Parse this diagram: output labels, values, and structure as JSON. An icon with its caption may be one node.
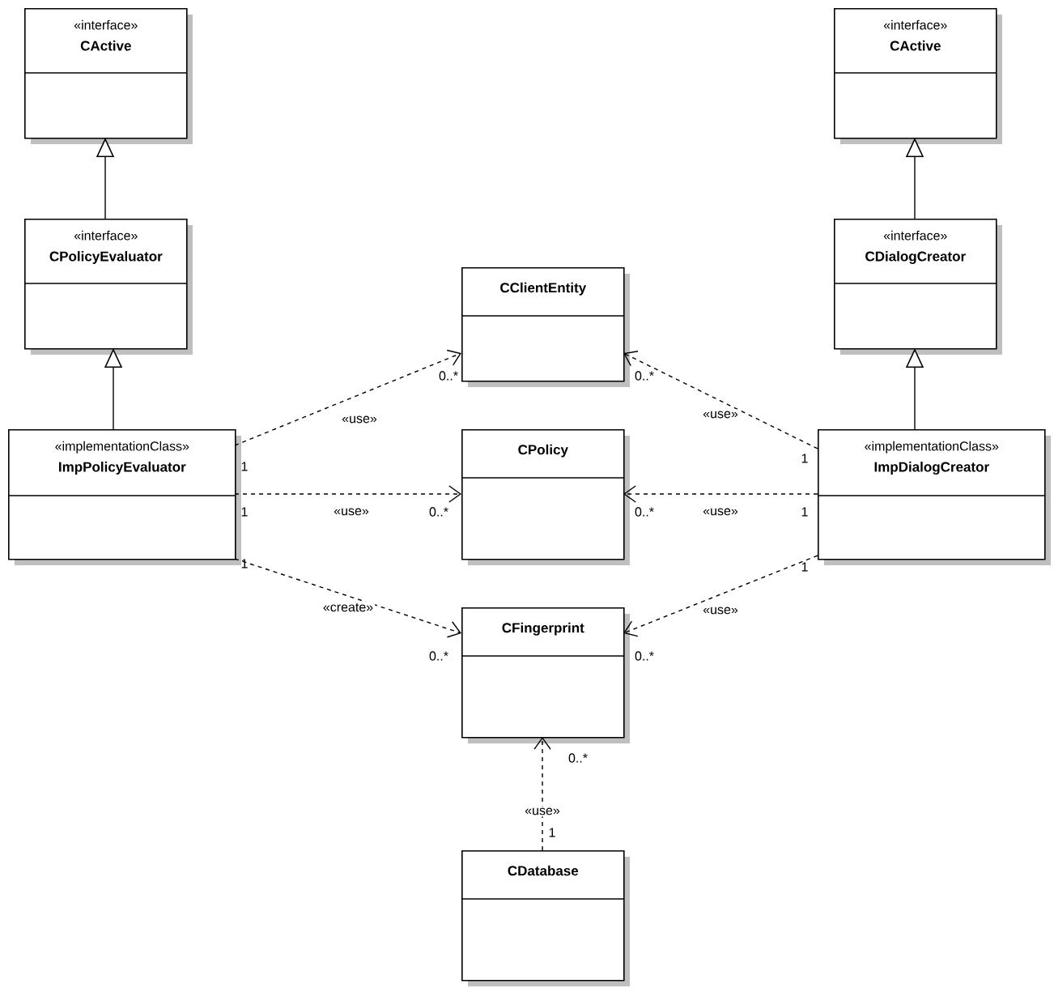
{
  "diagram": {
    "nodes": [
      {
        "text": [
          "«interface»",
          "CActive"
        ]
      },
      {
        "text": [
          "«interface»",
          "CPolicyEvaluator"
        ]
      },
      {
        "text": [
          "«implementationClass»",
          "ImpPolicyEvaluator"
        ]
      },
      {
        "text": [
          "«interface»",
          "CActive"
        ]
      },
      {
        "text": [
          "«interface»",
          "CDialogCreator"
        ]
      },
      {
        "text": [
          "«implementationClass»",
          "ImpDialogCreator"
        ]
      },
      {
        "text": [
          "CClientEntity"
        ]
      },
      {
        "text": [
          "CPolicy"
        ]
      },
      {
        "text": [
          "CFingerprint"
        ]
      },
      {
        "text": [
          "CDatabase"
        ]
      }
    ],
    "edges": [
      {
        "from": 1,
        "to": 0,
        "arrow": "to"
      },
      {
        "from": 2,
        "to": 1,
        "arrow": "to"
      },
      {
        "from": 4,
        "to": 3,
        "arrow": "to"
      },
      {
        "from": 5,
        "to": 4,
        "arrow": "to"
      },
      {
        "from": 2,
        "to": 6,
        "arrow": "to",
        "style": "dashed",
        "label": "«use»"
      },
      {
        "from": 2,
        "to": 7,
        "arrow": "to",
        "style": "dashed",
        "label": "«use»"
      },
      {
        "from": 2,
        "to": 8,
        "arrow": "to",
        "style": "dashed",
        "label": "«create»"
      },
      {
        "from": 5,
        "to": 6,
        "arrow": "to",
        "style": "dashed",
        "label": "«use»"
      },
      {
        "from": 5,
        "to": 7,
        "arrow": "to",
        "style": "dashed",
        "label": "«use»"
      },
      {
        "from": 5,
        "to": 8,
        "arrow": "to",
        "style": "dashed",
        "label": "«use»"
      },
      {
        "from": 9,
        "to": 8,
        "arrow": "to",
        "style": "dashed",
        "label": "«use»"
      }
    ],
    "labels": [
      "0..*",
      "0..*",
      "1",
      "1",
      "1",
      "0..*",
      "0..*",
      "1",
      "1",
      "1",
      "0..*",
      "0..*",
      "0..*",
      "1"
    ]
  }
}
